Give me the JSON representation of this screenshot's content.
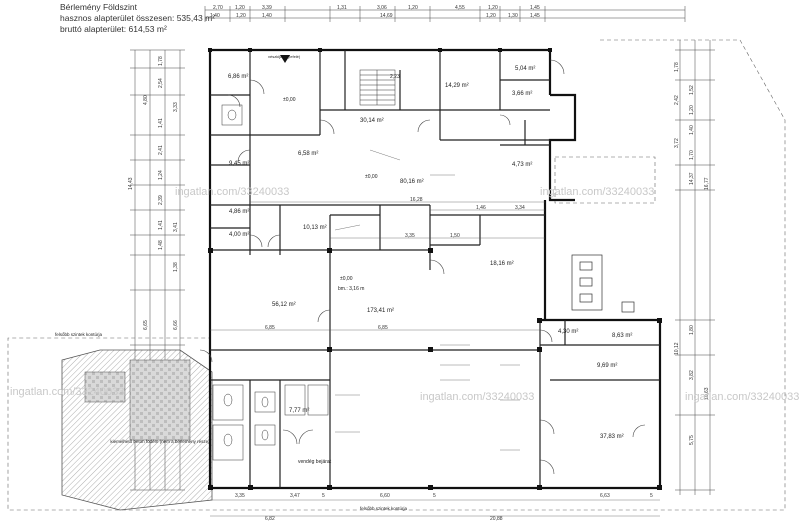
{
  "header": {
    "title": "Bérlemény Földszint",
    "net_area": "hasznos alapterület összesen: 535,43 m²",
    "gross_area": "bruttó alapterület: 614,53 m²"
  },
  "watermark": "ingatlan.com/33240033",
  "rooms": {
    "r686": "6,86 m²",
    "r504": "5,04 m²",
    "r1429": "14,29 m²",
    "r366": "3,66 m²",
    "r3014": "30,14 m²",
    "r658": "6,58 m²",
    "r945": "9,45 m²",
    "r473": "4,73 m²",
    "r8016": "80,16 m²",
    "r486": "4,86 m²",
    "r400": "4,00 m²",
    "r1013": "10,13 m²",
    "r1816": "18,16 m²",
    "r5612": "56,12 m²",
    "r17341": "173,41 m²",
    "r863": "8,63 m²",
    "r969": "9,69 m²",
    "r777": "7,77 m²",
    "r3783": "37,83 m²",
    "r430": "4,30 m²"
  },
  "labels": {
    "level0": "±0,00",
    "level1": "±0,00",
    "level2": "±0,00",
    "bm": "bm.: 3,16 m",
    "entrance": "vendég bejárat",
    "upper_canopy": "felsőbb szintek kontúrja",
    "lower_canopy": "felsőbb szintek kontúrja",
    "terrace": "kiemelhető beton födém (nem a bérlemény része)",
    "stair_lbl": "2,23",
    "kijarat": "vészkijárat (lefelé)"
  },
  "dims_top": [
    "2,70",
    "1,20",
    "3,39",
    "1,31",
    "3,06",
    "1,20",
    "4,55",
    "1,20",
    "1,45"
  ],
  "dims_top2": [
    "1,40",
    "1,20",
    "1,40",
    "14,69",
    "1,20",
    "1,30",
    "1,45"
  ],
  "dims_bottom": [
    "3,35",
    "3,47",
    "5",
    "6,60",
    "5",
    "6,63",
    "5"
  ],
  "dims_bottom2": [
    "6,82",
    "20,88"
  ],
  "dims_mid": [
    "16,28",
    "3,35",
    "1,50",
    "1,46",
    "3,34",
    "6,85",
    "6,85"
  ],
  "dims_left": [
    "1,78",
    "2,54",
    "3,33",
    "4,80",
    "1,41",
    "2,41",
    "1,24",
    "2,39",
    "1,41",
    "1,48",
    "3,41",
    "1,38",
    "6,65",
    "6,66",
    "14,43"
  ],
  "dims_right": [
    "1,78",
    "2,42",
    "3,72",
    "1,52",
    "1,20",
    "1,40",
    "1,70",
    "16,77",
    "14,37",
    "10,12",
    "1,80",
    "3,82",
    "5,75",
    "10,63"
  ]
}
